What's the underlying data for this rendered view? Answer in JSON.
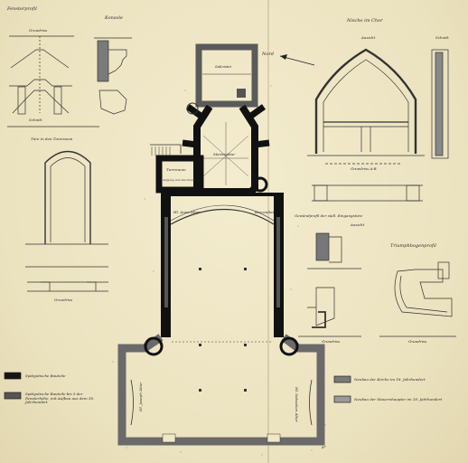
{
  "labels": {
    "fensterprofil": "Fensterprofil",
    "konsole": "Konsole",
    "grundriss_top": "Grundriss",
    "schnitt_left": "Schnitt",
    "tuere_turmraum": "Türe in den Turmraum",
    "grundriss_left": "Grundriss",
    "nische_chor": "Nische im Chor",
    "ansicht_top": "Ansicht",
    "schnitt_right": "Schnitt",
    "grundriss_ab": "Grundriss A-B",
    "gewaendprofil": "Gewändprofil der südl. Eingangstüre",
    "ansicht_mid": "Ansicht",
    "triumphbogenprofil": "Triumphbogenprofil",
    "grundriss_r1": "Grundriss",
    "grundriss_r2": "Grundriss",
    "nord": "Nord",
    "sakristei": "Sakristei",
    "marienaltar": "Marienaltar",
    "turmraum": "Turmraum",
    "aufgang": "Aufgang zum Dachraum",
    "hl_anna_altar": "Hl. Anna Altar",
    "kreuzaltar": "Kreuzaltar",
    "hl_joseph_altar": "Hl. Joseph Altar",
    "hl_sebastian_altar": "Hl. Sebastian Altar",
    "plate_no": "8*"
  },
  "legend": [
    {
      "text": "Spätgotische Bauteile",
      "swatch": "#141414"
    },
    {
      "text": "Spätgotische Bauteile bis 9 der Fensterhöhe, mit Aufbau aus dem 18. Jahrhundert",
      "swatch": "#555555"
    },
    {
      "text": "Neubau der Kirche im 18. Jahrhundert",
      "swatch": "#7a7a7a"
    },
    {
      "text": "Neubau der Mauernhaupter im 18. Jahrhundert",
      "swatch": "#9a9a9a"
    }
  ],
  "colors": {
    "paper": "#efe7c6",
    "ink": "#2a2a2a",
    "gothic": "#141414"
  }
}
